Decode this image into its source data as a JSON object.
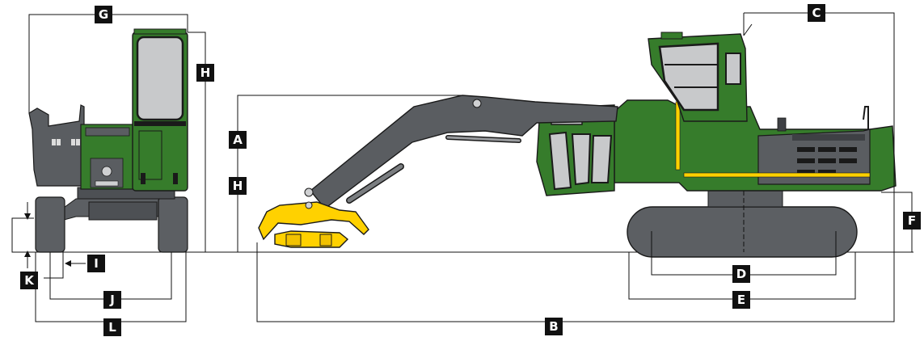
{
  "colors": {
    "body_green": "#367c2b",
    "boom_gray": "#5a5d61",
    "track_gray": "#5c5f63",
    "grapple_yellow": "#ffd100",
    "window_gray": "#c8c9cb",
    "outline": "#1a1a1a",
    "label_bg": "#111111",
    "label_text": "#ffffff"
  },
  "labels": {
    "A": "A",
    "B": "B",
    "C": "C",
    "D": "D",
    "E": "E",
    "F": "F",
    "G": "G",
    "H_front": "H",
    "H_side": "H",
    "I": "I",
    "J": "J",
    "K": "K",
    "L": "L"
  }
}
